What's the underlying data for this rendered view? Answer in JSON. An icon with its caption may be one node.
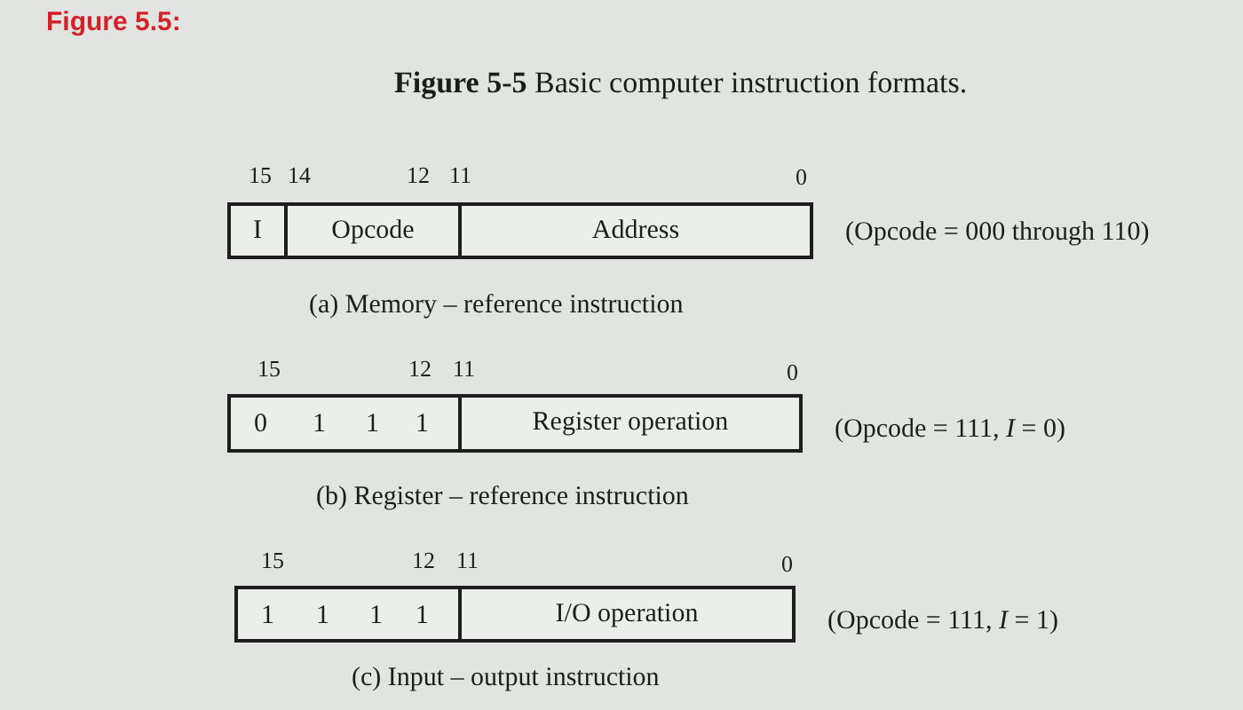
{
  "diagram": {
    "title": "**Figure 5-5** Basic computer instruction formats.",
    "nodes": [
      {
        "text": [
          "I"
        ]
      },
      {
        "text": [
          "Opcode"
        ]
      },
      {
        "text": [
          "Address"
        ]
      },
      {
        "text": [
          "0",
          "1",
          "1",
          "1"
        ]
      },
      {
        "text": [
          "Register operation"
        ]
      },
      {
        "text": [
          "1",
          "1",
          "1",
          "1"
        ]
      },
      {
        "text": [
          "I/O operation"
        ]
      }
    ],
    "labels": [
      "Figure 5.5:",
      "15",
      "14",
      "12",
      "11",
      "0",
      "(Opcode = 000 through 110)",
      "(a) Memory – reference instruction",
      "15",
      "12",
      "11",
      "0",
      "(Opcode = 111, *I* = 0)",
      "(b) Register – reference instruction",
      "15",
      "12",
      "11",
      "0",
      "(Opcode = 111, *I* = 1)",
      "(c) Input – output instruction"
    ]
  }
}
